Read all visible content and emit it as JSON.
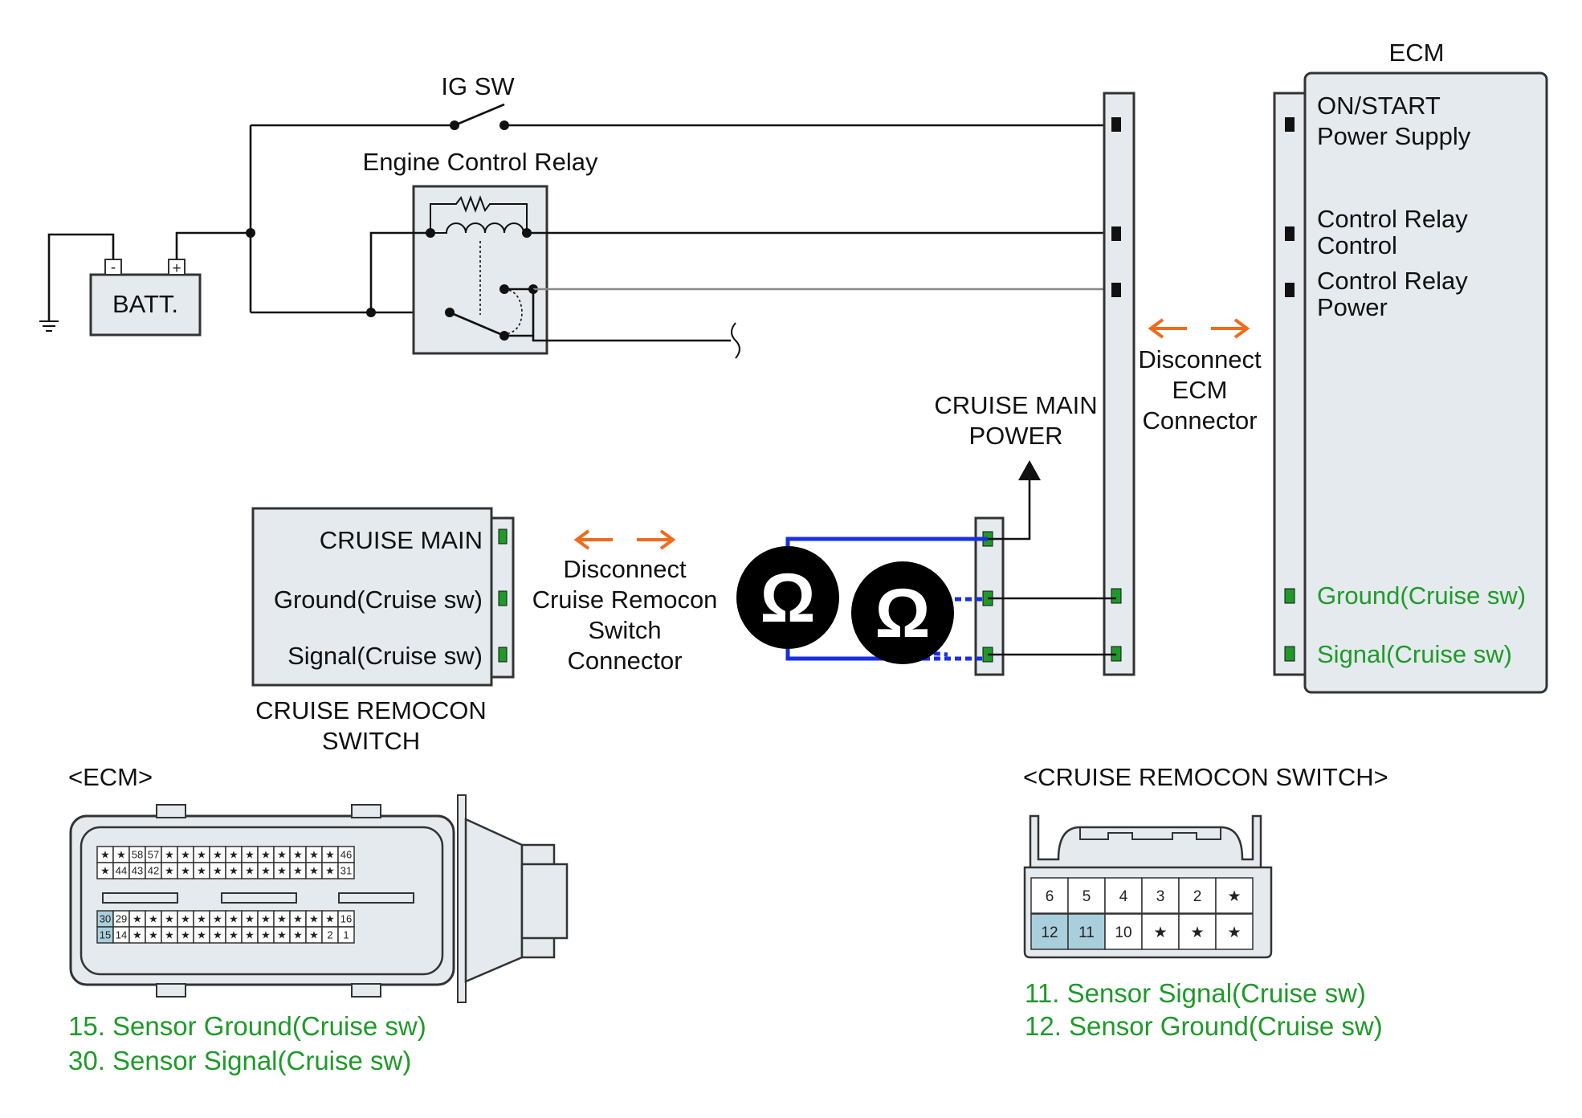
{
  "labels": {
    "ig_sw": "IG SW",
    "relay": "Engine Control Relay",
    "batt": "BATT.",
    "batt_minus": "-",
    "batt_plus": "+",
    "ecm_title": "ECM",
    "ecm_pin_on_start_1": "ON/START",
    "ecm_pin_on_start_2": "Power Supply",
    "ecm_pin_relay_ctrl_1": "Control Relay",
    "ecm_pin_relay_ctrl_2": "Control",
    "ecm_pin_relay_pwr_1": "Control Relay",
    "ecm_pin_relay_pwr_2": "Power",
    "ecm_pin_ground": "Ground(Cruise sw)",
    "ecm_pin_signal": "Signal(Cruise sw)",
    "disconnect_ecm_1": "Disconnect",
    "disconnect_ecm_2": "ECM",
    "disconnect_ecm_3": "Connector",
    "cruise_main_power_1": "CRUISE MAIN",
    "cruise_main_power_2": "POWER",
    "sw_pin_main": "CRUISE MAIN",
    "sw_pin_ground": "Ground(Cruise sw)",
    "sw_pin_signal": "Signal(Cruise sw)",
    "sw_title_1": "CRUISE REMOCON",
    "sw_title_2": "SWITCH",
    "disconnect_sw_1": "Disconnect",
    "disconnect_sw_2": "Cruise Remocon",
    "disconnect_sw_3": "Switch",
    "disconnect_sw_4": "Connector",
    "ohm_symbol": "Ω"
  },
  "ecm_connector": {
    "title": "<ECM>",
    "row1": [
      "★",
      "★",
      "58",
      "57",
      "★",
      "★",
      "★",
      "★",
      "★",
      "★",
      "★",
      "★",
      "★",
      "★",
      "★",
      "46"
    ],
    "row2": [
      "★",
      "44",
      "43",
      "42",
      "★",
      "★",
      "★",
      "★",
      "★",
      "★",
      "★",
      "★",
      "★",
      "★",
      "★",
      "31"
    ],
    "row3": [
      "30",
      "29",
      "★",
      "★",
      "★",
      "★",
      "★",
      "★",
      "★",
      "★",
      "★",
      "★",
      "★",
      "★",
      "★",
      "16"
    ],
    "row4": [
      "15",
      "14",
      "★",
      "★",
      "★",
      "★",
      "★",
      "★",
      "★",
      "★",
      "★",
      "★",
      "★",
      "★",
      "2",
      "1"
    ],
    "highlighted": [
      "30",
      "15"
    ],
    "legend": [
      "15. Sensor Ground(Cruise sw)",
      "30. Sensor Signal(Cruise sw)"
    ]
  },
  "switch_connector": {
    "title": "<CRUISE REMOCON SWITCH>",
    "row1": [
      "6",
      "5",
      "4",
      "3",
      "2",
      "★"
    ],
    "row2": [
      "12",
      "11",
      "10",
      "★",
      "★",
      "★"
    ],
    "highlighted": [
      "12",
      "11"
    ],
    "legend": [
      "11. Sensor Signal(Cruise sw)",
      "12. Sensor Ground(Cruise sw)"
    ]
  },
  "colors": {
    "highlight": "#a9cfdc",
    "terminal_green": "#1f9a2a",
    "probe_wire": "#1a2ee6",
    "disconnect_arrow": "#f26a1b",
    "box_fill": "#e4eaed"
  }
}
